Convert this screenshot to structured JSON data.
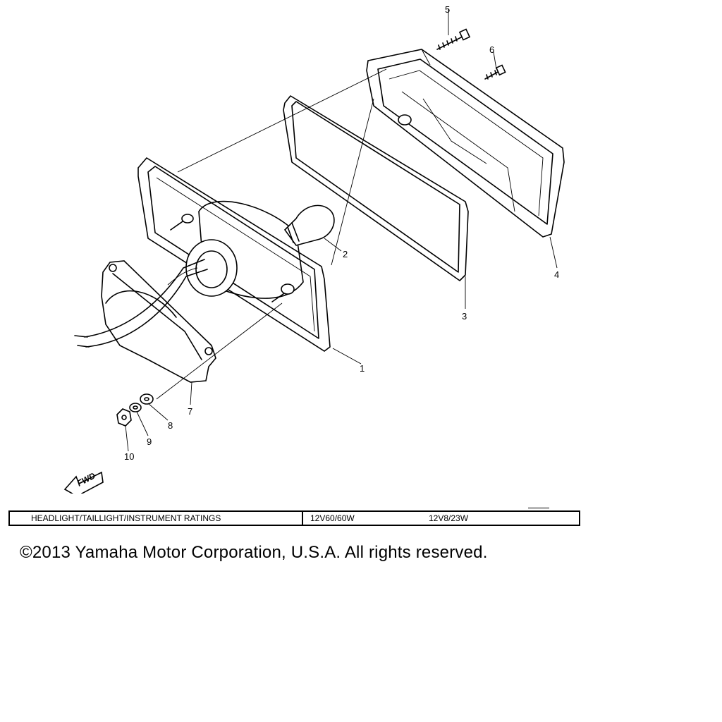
{
  "callouts": [
    {
      "id": "1",
      "label": "1"
    },
    {
      "id": "2",
      "label": "2"
    },
    {
      "id": "3",
      "label": "3"
    },
    {
      "id": "4",
      "label": "4"
    },
    {
      "id": "5",
      "label": "5"
    },
    {
      "id": "6",
      "label": "6"
    },
    {
      "id": "7",
      "label": "7"
    },
    {
      "id": "8",
      "label": "8"
    },
    {
      "id": "9",
      "label": "9"
    },
    {
      "id": "10",
      "label": "10"
    }
  ],
  "fwd_marker": "FWD",
  "ratings": {
    "label": "HEADLIGHT/TAILLIGHT/INSTRUMENT RATINGS",
    "value1": "12V60/60W",
    "value2": "12V8/23W"
  },
  "copyright": "©2013 Yamaha Motor Corporation, U.S.A. All rights reserved."
}
